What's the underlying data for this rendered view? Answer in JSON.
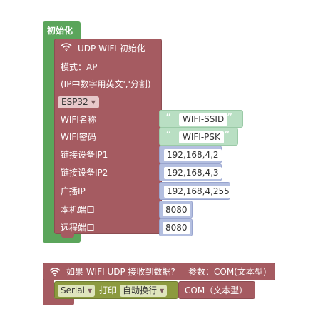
{
  "colors": {
    "init_green": "#5ba55b",
    "wifi_maroon": "#a55b61",
    "string_input": "#b9dfc3",
    "number_input": "#b4bfe0",
    "serial_olive": "#8c9a3f"
  },
  "init_block": {
    "label": "初始化"
  },
  "udp_init_block": {
    "icon": "wifi-icon",
    "title": "UDP WIFI 初始化",
    "mode_label": "模式：AP",
    "note_label": "(IP中数字用英文','分割)",
    "board_select": "ESP32",
    "rows": [
      {
        "label": "WIFI名称",
        "type": "string",
        "value": "WIFI-SSID"
      },
      {
        "label": "WIFI密码",
        "type": "string",
        "value": "WIFI-PSK"
      },
      {
        "label": "链接设备IP1",
        "type": "number",
        "value": "192,168,4,2"
      },
      {
        "label": "链接设备IP2",
        "type": "number",
        "value": "192,168,4,3"
      },
      {
        "label": "广播IP",
        "type": "number",
        "value": "192,168,4,255"
      },
      {
        "label": "本机端口",
        "type": "number",
        "value": "8080"
      },
      {
        "label": "远程端口",
        "type": "number",
        "value": "8080"
      }
    ],
    "quote_open": "“",
    "quote_close": "”"
  },
  "receive_block": {
    "icon": "wifi-icon",
    "title": "如果 WIFI UDP 接收到数据?",
    "params": "参数：COM(文本型)",
    "serial_select": "Serial",
    "print_label": "打印",
    "newline_select": "自动换行",
    "com_label": "COM（文本型）"
  }
}
